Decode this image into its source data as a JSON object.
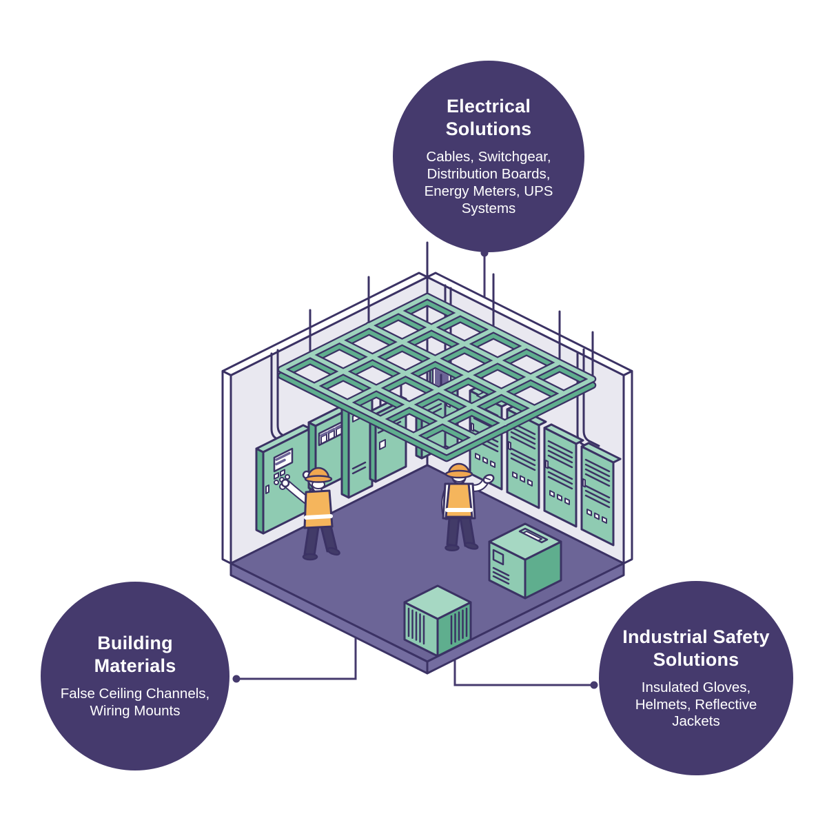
{
  "colors": {
    "circle_bg": "#453A6D",
    "connector": "#453A6D",
    "text": "#FFFFFF",
    "outline": "#3B3264",
    "wall": "#E9E8F0",
    "wall_edge": "#FFFFFF",
    "floor": "#6C6597",
    "floor_side": "#746DA0",
    "green_light": "#A6D8C3",
    "green_mid": "#8FCBB2",
    "green_dark": "#5FAE8E",
    "grid_top": "#9ED3BD",
    "grid_side": "#5FAE8E",
    "screen": "#6C6597",
    "helmet": "#F0A750",
    "vest": "#F5B55C",
    "pants": "#423B68"
  },
  "bubbles": {
    "electrical": {
      "title": "Electrical Solutions",
      "description": "Cables, Switchgear, Distribution Boards, Energy Meters, UPS Systems"
    },
    "building": {
      "title": "Building Materials",
      "description": "False Ceiling Channels, Wiring Mounts"
    },
    "safety": {
      "title": "Industrial Safety Solutions",
      "description": "Insulated Gloves, Helmets, Reflective Jackets"
    }
  },
  "illustration": {
    "scene": "isometric-electrical-room",
    "objects": [
      "false-ceiling-grid",
      "hanger-rods",
      "wall-conduits",
      "control-panel",
      "energy-meter-panel",
      "corner-cabinet",
      "distribution-cabinets",
      "suspended-panels",
      "worker-operating-panel",
      "worker-gesturing",
      "ups-box",
      "equipment-box"
    ]
  }
}
